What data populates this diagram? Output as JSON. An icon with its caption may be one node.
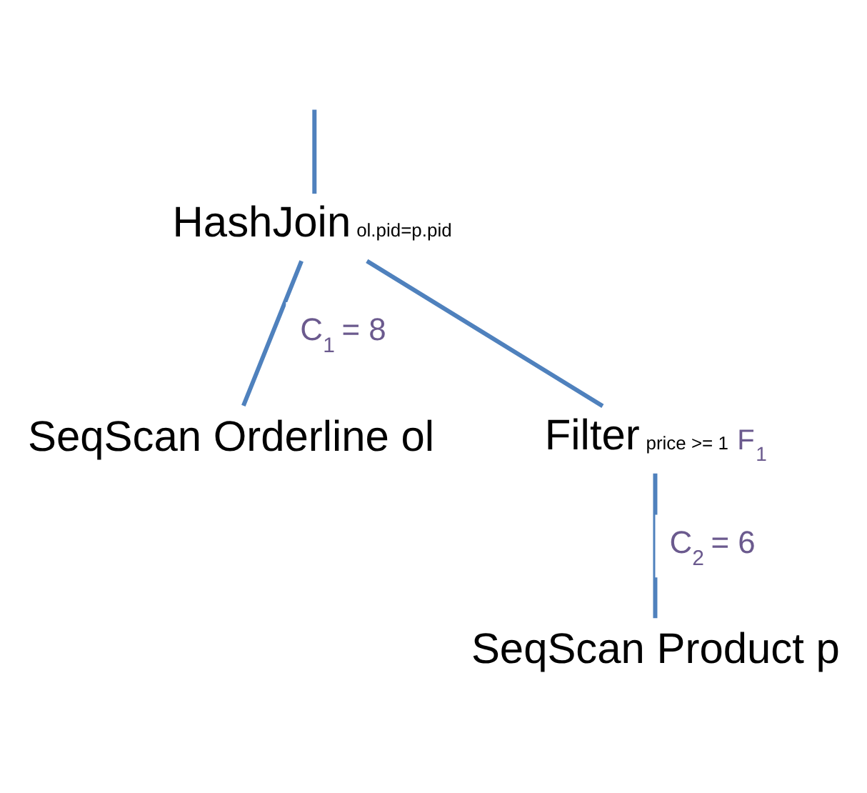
{
  "diagram": {
    "nodes": [
      {
        "text": [
          "HashJoin"
        ],
        "beside": [
          "ol.pid=p.pid"
        ]
      },
      {
        "text": [
          "Filter"
        ],
        "beside": [
          "price >= 1",
          "F$_{1}$"
        ]
      },
      {
        "text": [
          "SeqScan Orderline ol"
        ]
      },
      {
        "text": [
          "SeqScan Product p"
        ]
      }
    ],
    "edges": [
      {
        "from": null,
        "to": 0,
        "arrow": "none"
      },
      {
        "from": 0,
        "to": 2,
        "arrow": "none",
        "label": "C$_{1}$ = 8"
      },
      {
        "from": 0,
        "to": 1,
        "arrow": "none"
      },
      {
        "from": 1,
        "to": 3,
        "arrow": "none",
        "label": "C$_{2}$ = 6"
      }
    ]
  }
}
